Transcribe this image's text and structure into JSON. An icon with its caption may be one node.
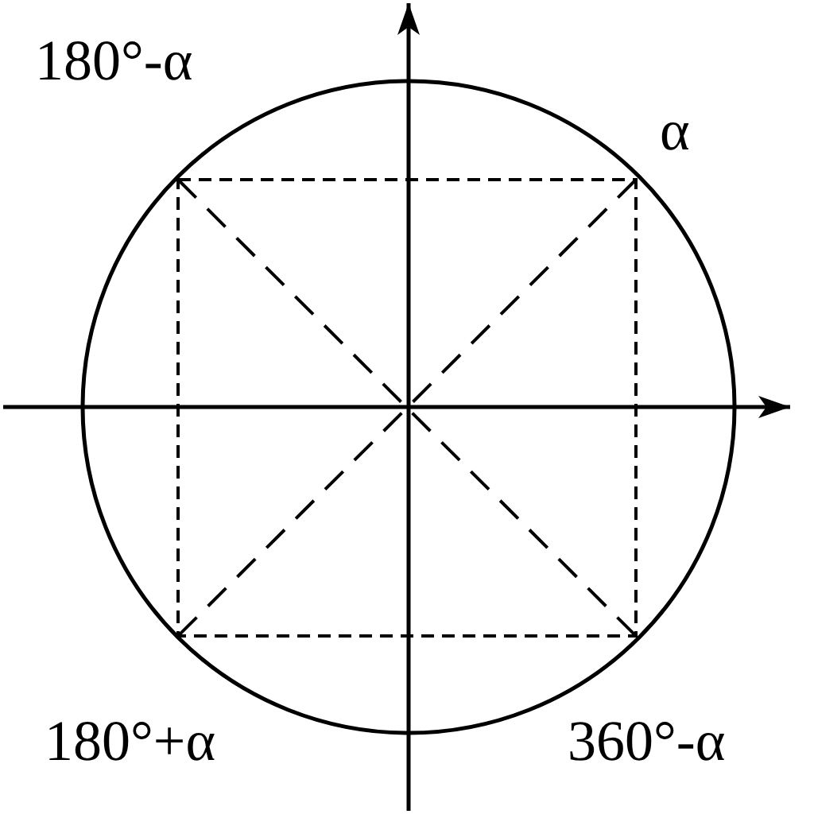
{
  "diagram": {
    "labels": [
      "180°-α",
      "α",
      "180°+α",
      "360°-α"
    ]
  }
}
